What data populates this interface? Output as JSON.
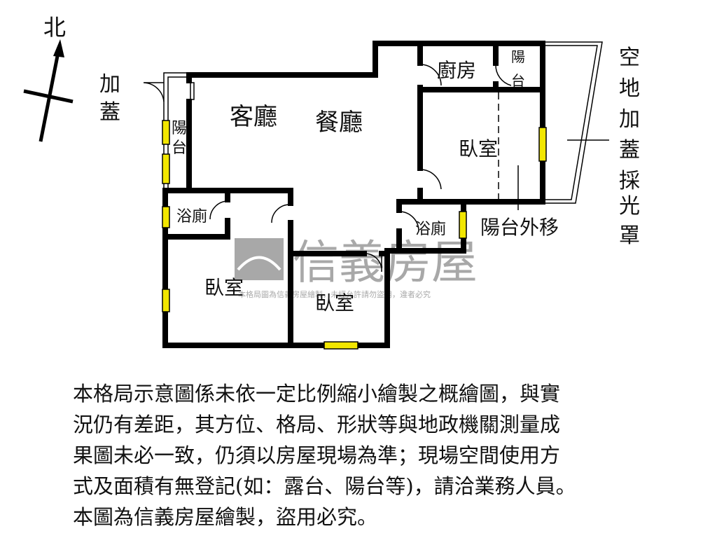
{
  "compass": {
    "north_label": "北"
  },
  "rooms": {
    "addition_left": "加蓋",
    "balcony_left": "陽台",
    "living_room": "客廳",
    "dining_room": "餐廳",
    "kitchen": "廚房",
    "balcony_kitchen": "陽台",
    "bedroom_main": "臥室",
    "bathroom_left": "浴廁",
    "bathroom_right": "浴廁",
    "bedroom_left": "臥室",
    "bedroom_middle": "臥室",
    "balcony_moved": "陽台外移",
    "skylight_addition": "空地加蓋採光罩"
  },
  "watermark": {
    "brand": "信義房屋",
    "notice": "本格局圖為信義房屋繪製，未經允許請勿盜用，違者必究"
  },
  "disclaimer": {
    "lines": [
      "本格局示意圖係未依一定比例縮小繪製之概繪圖，與實",
      "況仍有差距，其方位、格局、形狀等與地政機關測量成",
      "果圖未必一致，仍須以房屋現場為準；現場空間使用方",
      "式及面積有無登記(如：露台、陽台等)，請洽業務人員。",
      "本圖為信義房屋繪製，盜用必究。"
    ]
  },
  "colors": {
    "wall": "#000000",
    "window": "#f2e600",
    "watermark": "#9a9a9a"
  }
}
